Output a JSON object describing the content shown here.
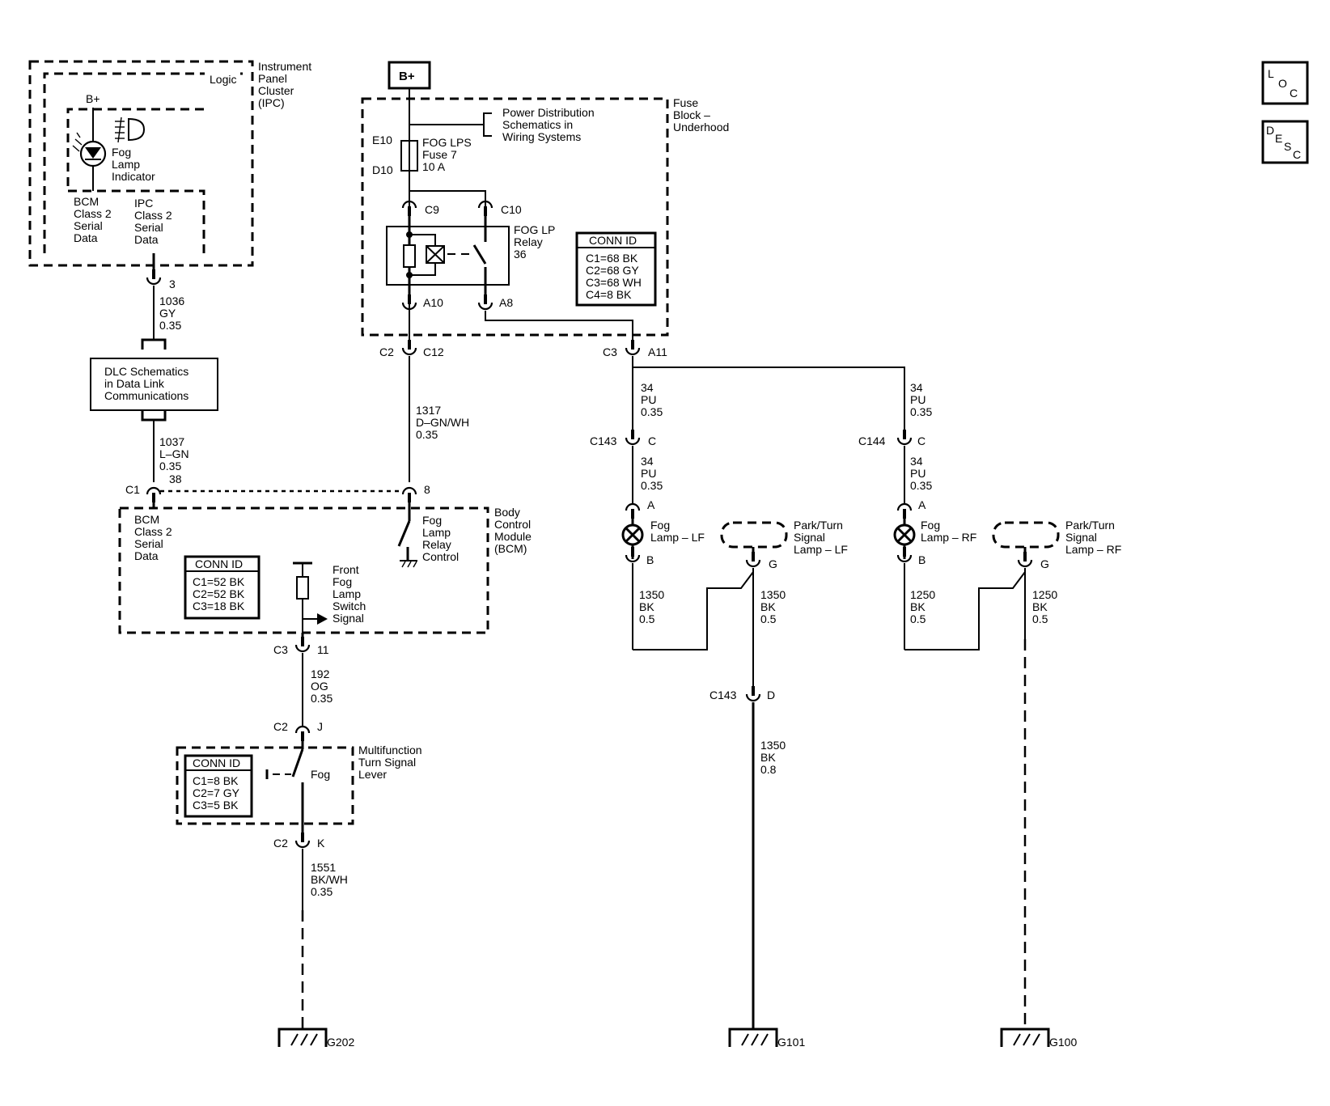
{
  "modules": {
    "ipc_name": [
      "Instrument",
      "Panel",
      "Cluster",
      "(IPC)"
    ],
    "logic": "Logic",
    "b_plus_small": "B+",
    "fog_indicator": [
      "Fog",
      "Lamp",
      "Indicator"
    ],
    "bcm_data_label": [
      "BCM",
      "Class 2",
      "Serial",
      "Data"
    ],
    "ipc_data_label": [
      "IPC",
      "Class 2",
      "Serial",
      "Data"
    ],
    "dlc": [
      "DLC Schematics",
      "in Data Link",
      "Communications"
    ],
    "b_plus_main": "B+",
    "fuse_block_name": [
      "Fuse",
      "Block –",
      "Underhood"
    ],
    "power_dist": [
      "Power Distribution",
      "Schematics in",
      "Wiring Systems"
    ],
    "fuse_label": [
      "FOG LPS",
      "Fuse 7",
      "10 A"
    ],
    "relay_label": [
      "FOG LP",
      "Relay",
      "36"
    ],
    "bcm_name": [
      "Body",
      "Control",
      "Module",
      "(BCM)"
    ],
    "bcm_class2": [
      "BCM",
      "Class 2",
      "Serial",
      "Data"
    ],
    "relay_control": [
      "Fog",
      "Lamp",
      "Relay",
      "Control"
    ],
    "switch_signal": [
      "Front",
      "Fog",
      "Lamp",
      "Switch",
      "Signal"
    ],
    "mf_lever": [
      "Multifunction",
      "Turn Signal",
      "Lever"
    ],
    "fog_contact": "Fog",
    "fog_lf": [
      "Fog",
      "Lamp – LF"
    ],
    "fog_rf": [
      "Fog",
      "Lamp – RF"
    ],
    "park_lf": [
      "Park/Turn",
      "Signal",
      "Lamp – LF"
    ],
    "park_rf": [
      "Park/Turn",
      "Signal",
      "Lamp – RF"
    ]
  },
  "conn_ids": {
    "title": "CONN ID",
    "fuse_block": [
      "C1=68 BK",
      "C2=68 GY",
      "C3=68 WH",
      "C4=8 BK"
    ],
    "bcm": [
      "C1=52 BK",
      "C2=52 BK",
      "C3=18 BK"
    ],
    "mf_lever": [
      "C1=8 BK",
      "C2=7 GY",
      "C3=5 BK"
    ]
  },
  "pins": {
    "ipc_pin": "3",
    "e10": "E10",
    "d10": "D10",
    "c9": "C9",
    "c10": "C10",
    "a10": "A10",
    "a8": "A8",
    "c2_fb": "C2",
    "c12": "C12",
    "c3_fb": "C3",
    "a11": "A11",
    "c1_bcm": "C1",
    "pin_38": "38",
    "pin_8": "8",
    "c3_bcm": "C3",
    "pin_11": "11",
    "c2_j": "C2",
    "j": "J",
    "c2_k": "C2",
    "k": "K",
    "c143_lf": "C143",
    "c_lf": "C",
    "a_lf": "A",
    "b_lf": "B",
    "g_lf": "G",
    "c144": "C144",
    "c_rf": "C",
    "a_rf": "A",
    "b_rf": "B",
    "g_rf": "G",
    "c143_d": "C143",
    "d": "D"
  },
  "wires": {
    "w1036": [
      "1036",
      "GY",
      "0.35"
    ],
    "w1037": [
      "1037",
      "L–GN",
      "0.35"
    ],
    "w1317": [
      "1317",
      "D–GN/WH",
      "0.35"
    ],
    "w34_lf_top": [
      "34",
      "PU",
      "0.35"
    ],
    "w34_lf_bot": [
      "34",
      "PU",
      "0.35"
    ],
    "w34_rf_top": [
      "34",
      "PU",
      "0.35"
    ],
    "w34_rf_bot": [
      "34",
      "PU",
      "0.35"
    ],
    "w1350_a": [
      "1350",
      "BK",
      "0.5"
    ],
    "w1350_b": [
      "1350",
      "BK",
      "0.5"
    ],
    "w1350_c": [
      "1350",
      "BK",
      "0.8"
    ],
    "w1250_a": [
      "1250",
      "BK",
      "0.5"
    ],
    "w1250_b": [
      "1250",
      "BK",
      "0.5"
    ],
    "w192": [
      "192",
      "OG",
      "0.35"
    ],
    "w1551": [
      "1551",
      "BK/WH",
      "0.35"
    ]
  },
  "grounds": {
    "g202": "G202",
    "g101": "G101",
    "g100": "G100"
  },
  "nav": {
    "loc": [
      "L",
      "O",
      "C"
    ],
    "desc": [
      "D",
      "E",
      "S",
      "C"
    ]
  }
}
